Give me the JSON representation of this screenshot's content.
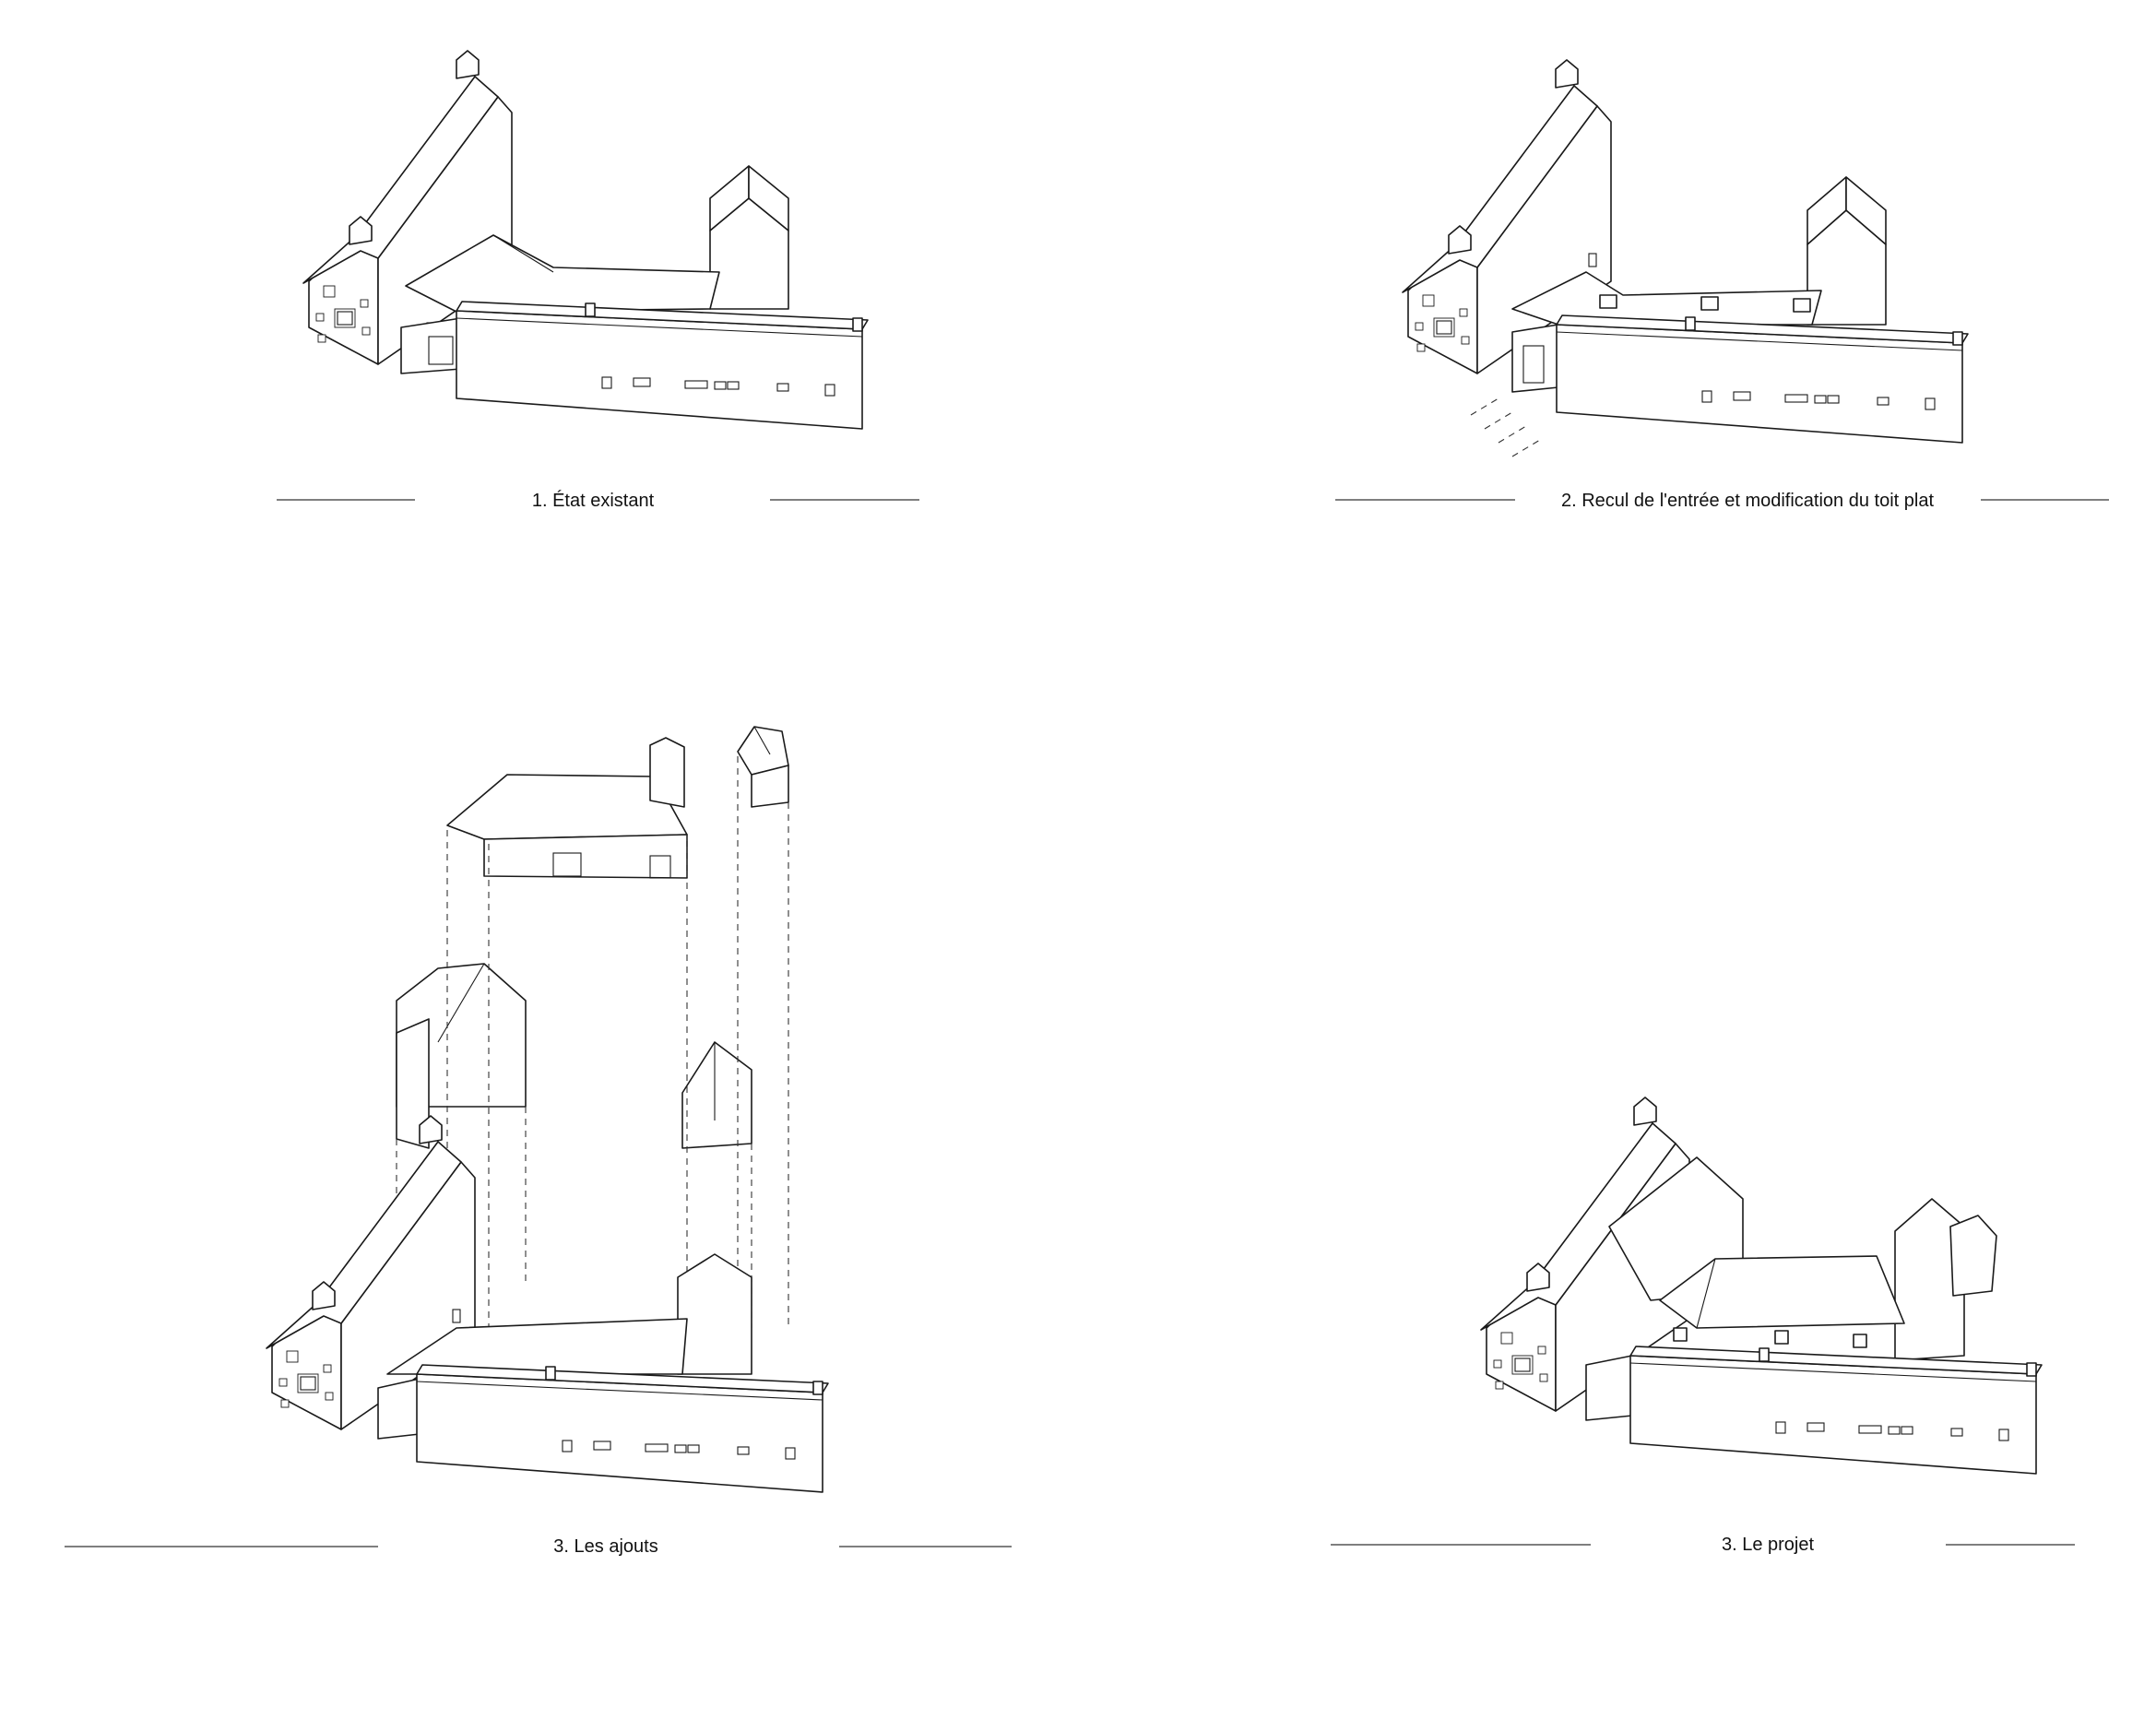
{
  "panels": [
    {
      "caption": "1. État existant"
    },
    {
      "caption": "2. Recul de l'entrée et modification du toit plat"
    },
    {
      "caption": "3. Les ajouts"
    },
    {
      "caption": "3. Le projet"
    }
  ],
  "colors": {
    "line": "#1a1a1a",
    "background": "#ffffff",
    "caption_rule": "#555555"
  }
}
